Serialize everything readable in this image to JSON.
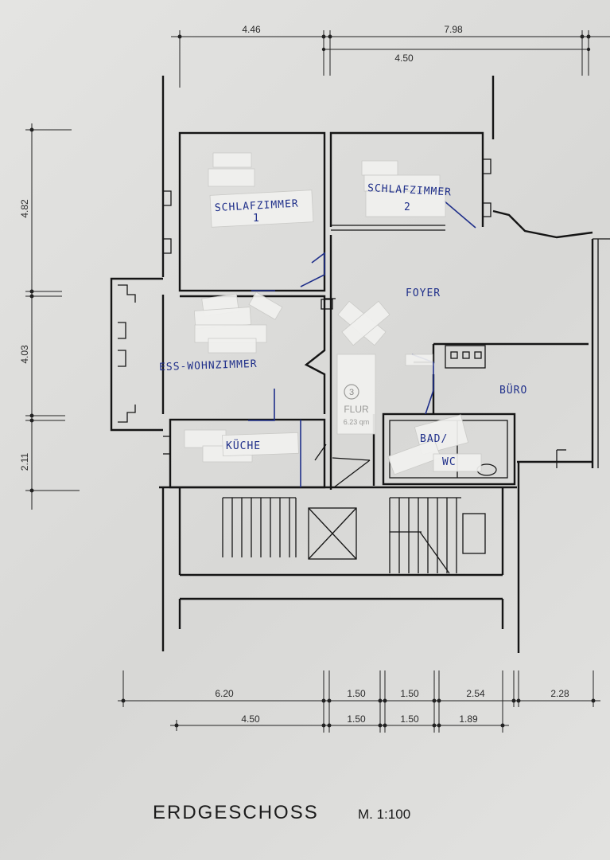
{
  "dimensions": {
    "top_row1": [
      "4.46",
      "7.98"
    ],
    "top_row2": [
      "4.50"
    ],
    "left": [
      "4.82",
      "4.03",
      "2.11"
    ],
    "bottom_row1": [
      "6.20",
      "1.50",
      "1.50",
      "2.54",
      "2.28"
    ],
    "bottom_row2": [
      "4.50",
      "1.50",
      "1.50",
      "1.89"
    ]
  },
  "rooms": {
    "schlafzimmer1_line1": "SCHLAFZIMMER",
    "schlafzimmer1_line2": "1",
    "schlafzimmer2_line1": "SCHLAFZIMMER",
    "schlafzimmer2_line2": "2",
    "foyer": "FOYER",
    "ess_wohnzimmer": "ESS-WOHNZIMMER",
    "buero": "BÜRO",
    "kueche": "KÜCHE",
    "bad_line1": "BAD/",
    "bad_line2": "WC"
  },
  "flur_tag": {
    "number": "3",
    "label": "FLUR",
    "area": "6.23 qm"
  },
  "title": "ERDGESCHOSS",
  "scale": "M. 1:100"
}
